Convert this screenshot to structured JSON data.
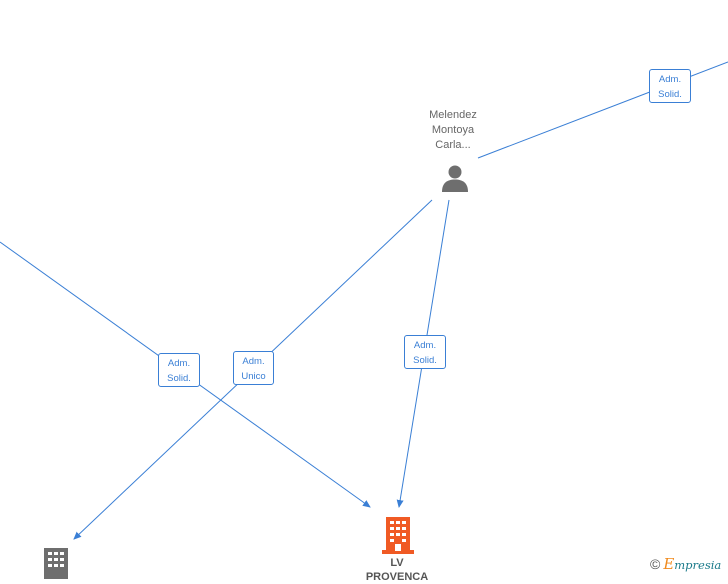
{
  "nodes": {
    "person": {
      "name_lines": [
        "Melendez",
        "Montoya",
        "Carla..."
      ],
      "icon": "person-icon",
      "color": "#6e6e6e"
    },
    "company_main": {
      "label_lines": [
        "LV",
        "PROVENCA"
      ],
      "icon": "building-icon",
      "color": "#f05a24"
    },
    "company_left": {
      "icon": "building-icon",
      "color": "#6e6e6e"
    }
  },
  "edges": [
    {
      "name": "top-right",
      "role": [
        "Adm.",
        "Solid."
      ]
    },
    {
      "name": "left-to-main",
      "role": [
        "Adm.",
        "Solid."
      ]
    },
    {
      "name": "person-to-left",
      "role": [
        "Adm.",
        "Unico"
      ]
    },
    {
      "name": "person-to-main",
      "role": [
        "Adm.",
        "Solid."
      ]
    }
  ],
  "brand": {
    "copyright": "©",
    "initial": "E",
    "rest": "mpresia"
  },
  "colors": {
    "edge": "#3a7fd5",
    "badge_text": "#3a7fd5"
  }
}
